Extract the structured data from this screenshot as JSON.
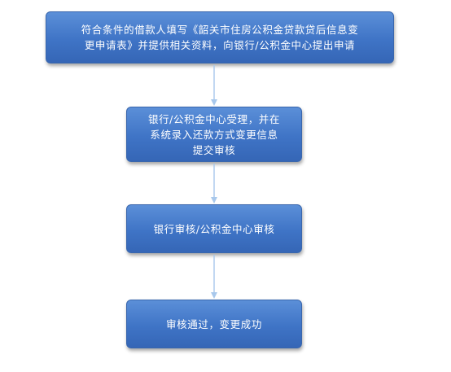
{
  "steps": [
    {
      "text": "符合条件的借款人填写《韶关市住房公积金贷款贷后信息变\n更申请表》并提供相关资料，向银行/公积金中心提出申请"
    },
    {
      "text": "银行/公积金中心受理，并在\n系统录入还款方式变更信息\n提交审核"
    },
    {
      "text": "银行审核/公积金中心审核"
    },
    {
      "text": "审核通过，变更成功"
    }
  ],
  "colors": {
    "box_top": "#5b8fd8",
    "box_bottom": "#3566b6",
    "text": "#ffffff",
    "connector": "#a8c8ec"
  }
}
